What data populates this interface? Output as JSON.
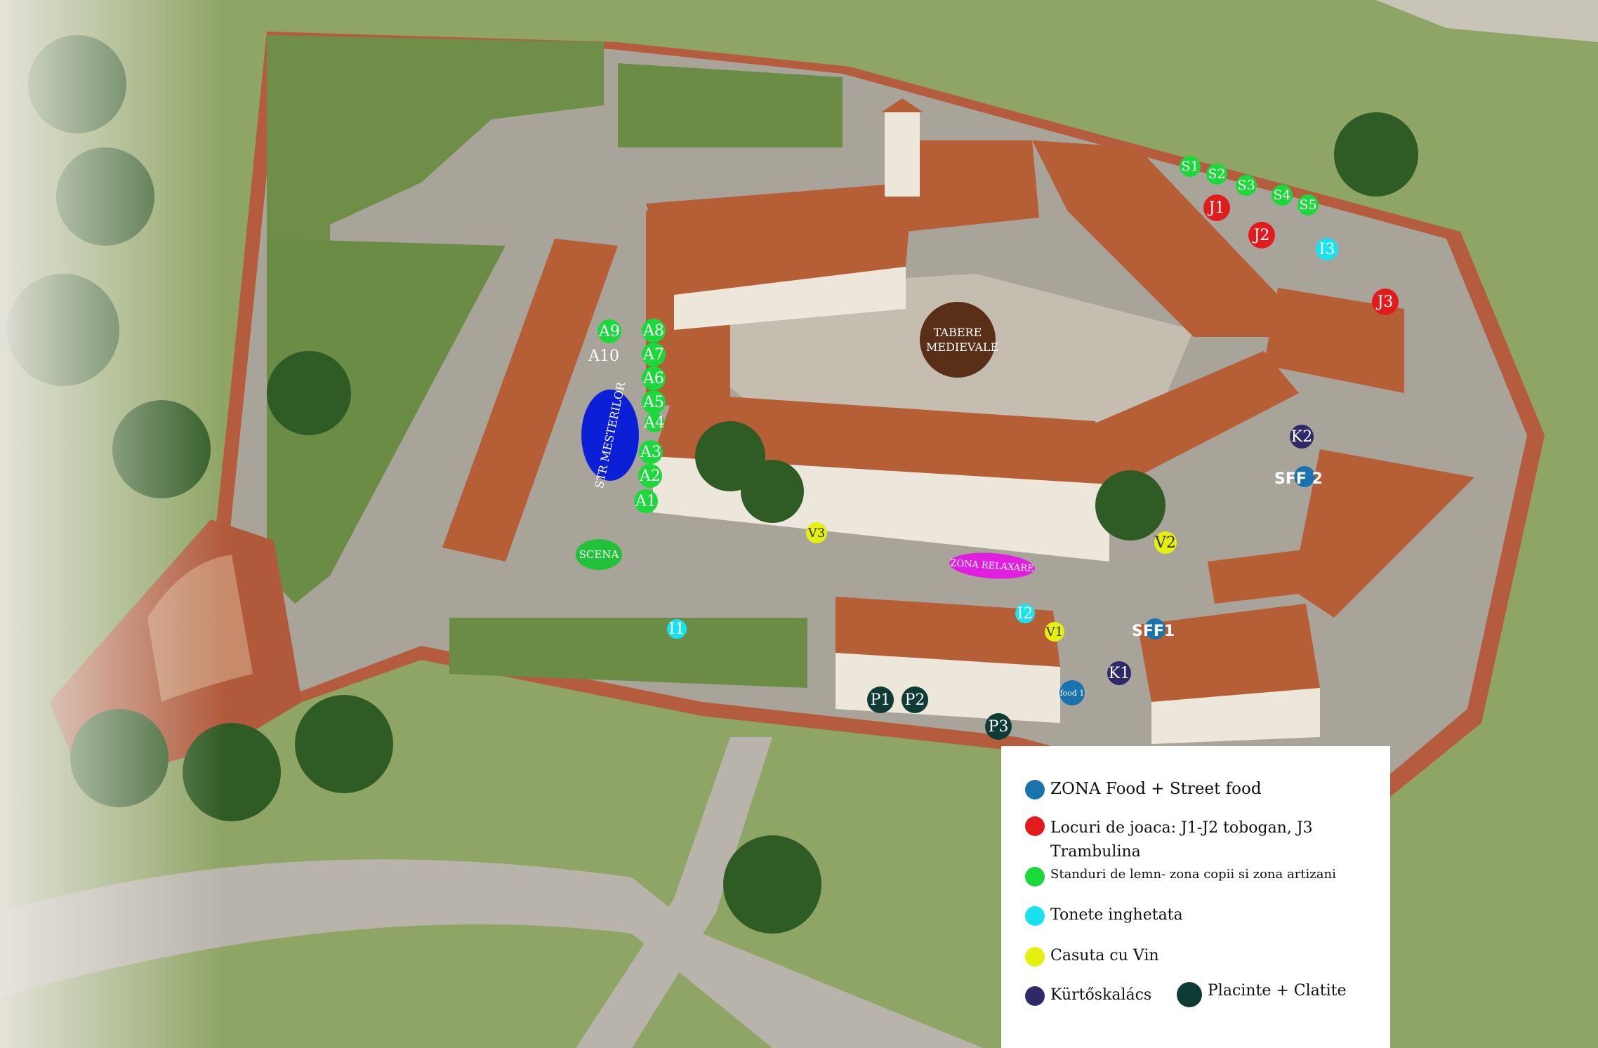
{
  "colors": {
    "food": "#1b73ad",
    "play": "#e21c1c",
    "stands": "#1bd93a",
    "icecream": "#19e2ef",
    "wine": "#e6f00f",
    "kurtos": "#2e2a6a",
    "placinte": "#0f3b35",
    "craftsmen_street": "#0b1fd6",
    "stage": "#21c23a",
    "relax": "#e01fe0",
    "medieval": "#5a2f18"
  },
  "zones": {
    "medieval_camps": "TABERE MEDIEVALE",
    "craftsmen_street": "STR MESTERILOR",
    "stage": "SCENA",
    "relax_zone": "ZONA RELAXARE"
  },
  "markers": {
    "artisans": [
      "A9",
      "A10",
      "A8",
      "A7",
      "A6",
      "A5",
      "A4",
      "A3",
      "A2",
      "A1"
    ],
    "kids_stands": [
      "S1",
      "S2",
      "S3",
      "S4",
      "S5"
    ],
    "play": [
      "J1",
      "J2",
      "J3"
    ],
    "icecream": [
      "I3",
      "I1",
      "I2"
    ],
    "wine": [
      "V3",
      "V2",
      "V1"
    ],
    "kurtos": [
      "K2",
      "K1"
    ],
    "placinte": [
      "P1",
      "P2",
      "P3"
    ],
    "street_food": [
      "SFF 2",
      "SFF1"
    ],
    "food": "food 1"
  },
  "legend": {
    "items": [
      {
        "label": "ZONA Food + Street food"
      },
      {
        "label": "Locuri de joaca: J1-J2 tobogan, J3 Trambulina"
      },
      {
        "label": "Standuri de lemn- zona copii si zona artizani"
      },
      {
        "label": "Tonete inghetata"
      },
      {
        "label": "Casuta cu Vin"
      },
      {
        "label": "Kürtőskalács"
      },
      {
        "label": "Placinte + Clatite"
      }
    ]
  }
}
